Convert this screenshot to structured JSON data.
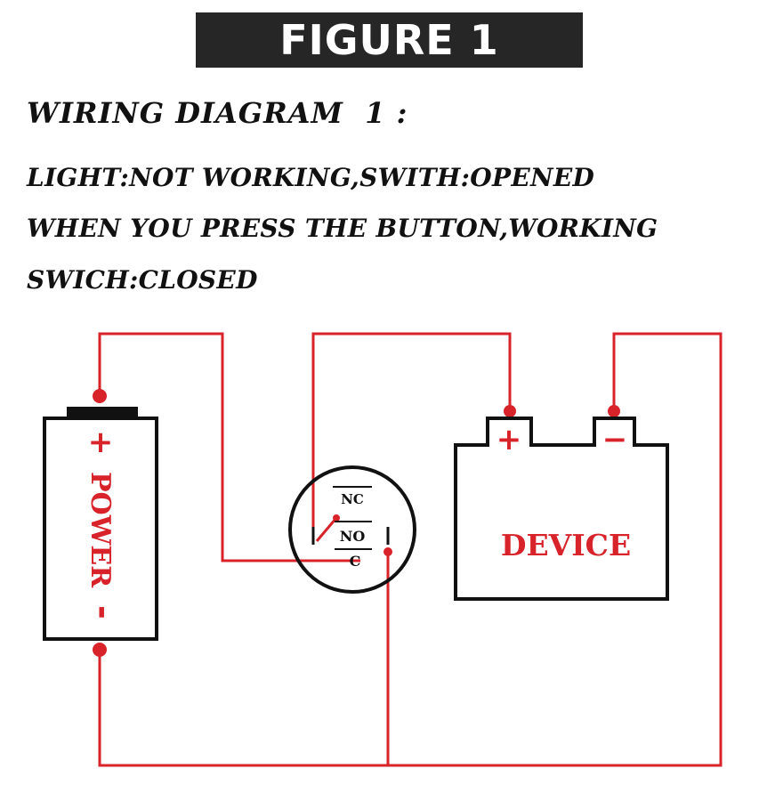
{
  "banner": {
    "title": "FIGURE 1"
  },
  "heading": "WIRING DIAGRAM  1 :",
  "description": [
    "LIGHT:NOT WORKING,SWITH:OPENED",
    "WHEN YOU PRESS THE BUTTON,WORKING",
    "SWICH:CLOSED"
  ],
  "power": {
    "label": "POWER",
    "plus": "+",
    "minus": "-"
  },
  "switch": {
    "nc": "NC",
    "no": "NO",
    "c": "C"
  },
  "device": {
    "label": "DEVICE",
    "plus": "+",
    "minus": "−"
  },
  "colors": {
    "wire": "#d8232a",
    "outline": "#111111",
    "banner_bg": "#262626",
    "banner_text": "#ffffff"
  }
}
